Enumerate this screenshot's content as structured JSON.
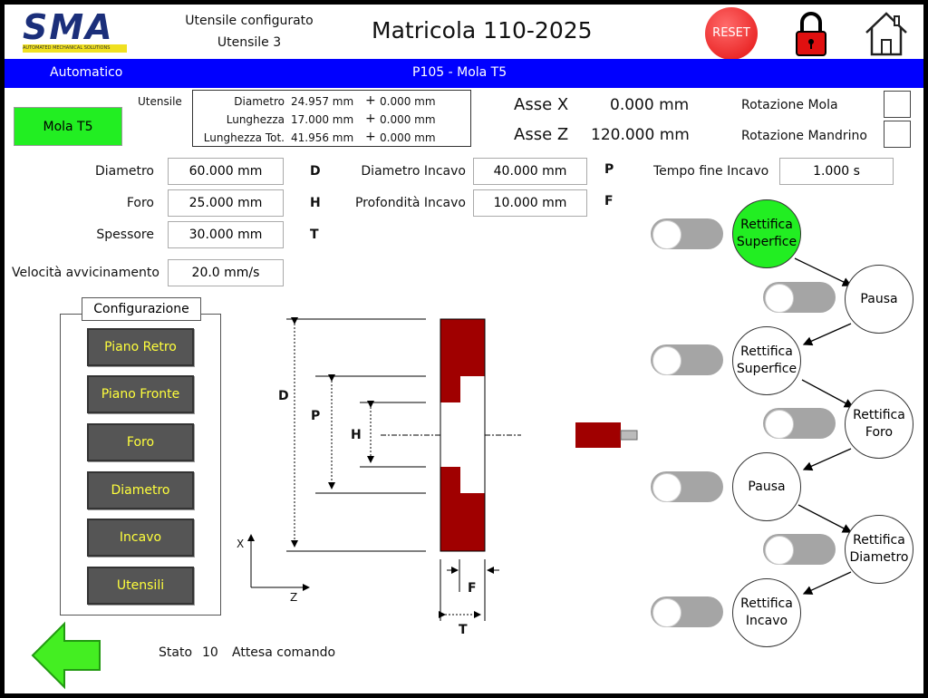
{
  "header": {
    "logo_text": "SMA",
    "logo_sub": "AUTOMATED MECHANICAL SOLUTIONS",
    "tool_line1": "Utensile configurato",
    "tool_line2": "Utensile 3",
    "title": "Matricola 110-2025",
    "reset_label": "RESET"
  },
  "bar": {
    "mode": "Automatico",
    "program": "P105 - Mola T5",
    "color": "#0000ff"
  },
  "tool_button": "Mola T5",
  "utensile": {
    "label": "Utensile",
    "rows": [
      {
        "label": "Diametro",
        "value": "24.957 mm",
        "plus": "+",
        "offset": "0.000 mm"
      },
      {
        "label": "Lunghezza",
        "value": "17.000 mm",
        "plus": "+",
        "offset": "0.000 mm"
      },
      {
        "label": "Lunghezza Tot.",
        "value": "41.956 mm",
        "plus": "+",
        "offset": "0.000 mm"
      }
    ]
  },
  "axes": {
    "x_label": "Asse X",
    "x_value": "0.000 mm",
    "z_label": "Asse Z",
    "z_value": "120.000 mm"
  },
  "rotations": {
    "mola": "Rotazione Mola",
    "mandrino": "Rotazione Mandrino"
  },
  "params": {
    "diametro": {
      "label": "Diametro",
      "value": "60.000 mm",
      "letter": "D"
    },
    "foro": {
      "label": "Foro",
      "value": "25.000 mm",
      "letter": "H"
    },
    "spessore": {
      "label": "Spessore",
      "value": "30.000 mm",
      "letter": "T"
    },
    "diametro_incavo": {
      "label": "Diametro Incavo",
      "value": "40.000 mm",
      "letter": "P"
    },
    "profondita_incavo": {
      "label": "Profondità Incavo",
      "value": "10.000 mm",
      "letter": "F"
    },
    "tempo": {
      "label": "Tempo fine Incavo",
      "value": "1.000 s"
    },
    "velocita": {
      "label": "Velocità avvicinamento",
      "value": "20.0 mm/s"
    }
  },
  "config": {
    "title": "Configurazione",
    "buttons": [
      "Piano Retro",
      "Piano Fronte",
      "Foro",
      "Diametro",
      "Incavo",
      "Utensili"
    ]
  },
  "drawing": {
    "D": "D",
    "P": "P",
    "H": "H",
    "F": "F",
    "T": "T",
    "axis_x": "X",
    "axis_z": "Z"
  },
  "flow": [
    {
      "label": "Rettifica Superfice",
      "active": true
    },
    {
      "label": "Pausa",
      "active": false
    },
    {
      "label": "Rettifica Superfice",
      "active": false
    },
    {
      "label": "Rettifica Foro",
      "active": false
    },
    {
      "label": "Pausa",
      "active": false
    },
    {
      "label": "Rettifica Diametro",
      "active": false
    },
    {
      "label": "Rettifica Incavo",
      "active": false
    }
  ],
  "status": {
    "label": "Stato",
    "code": "10",
    "text": "Attesa comando"
  },
  "colors": {
    "wheel": "#a00000",
    "active": "#22ee22"
  }
}
